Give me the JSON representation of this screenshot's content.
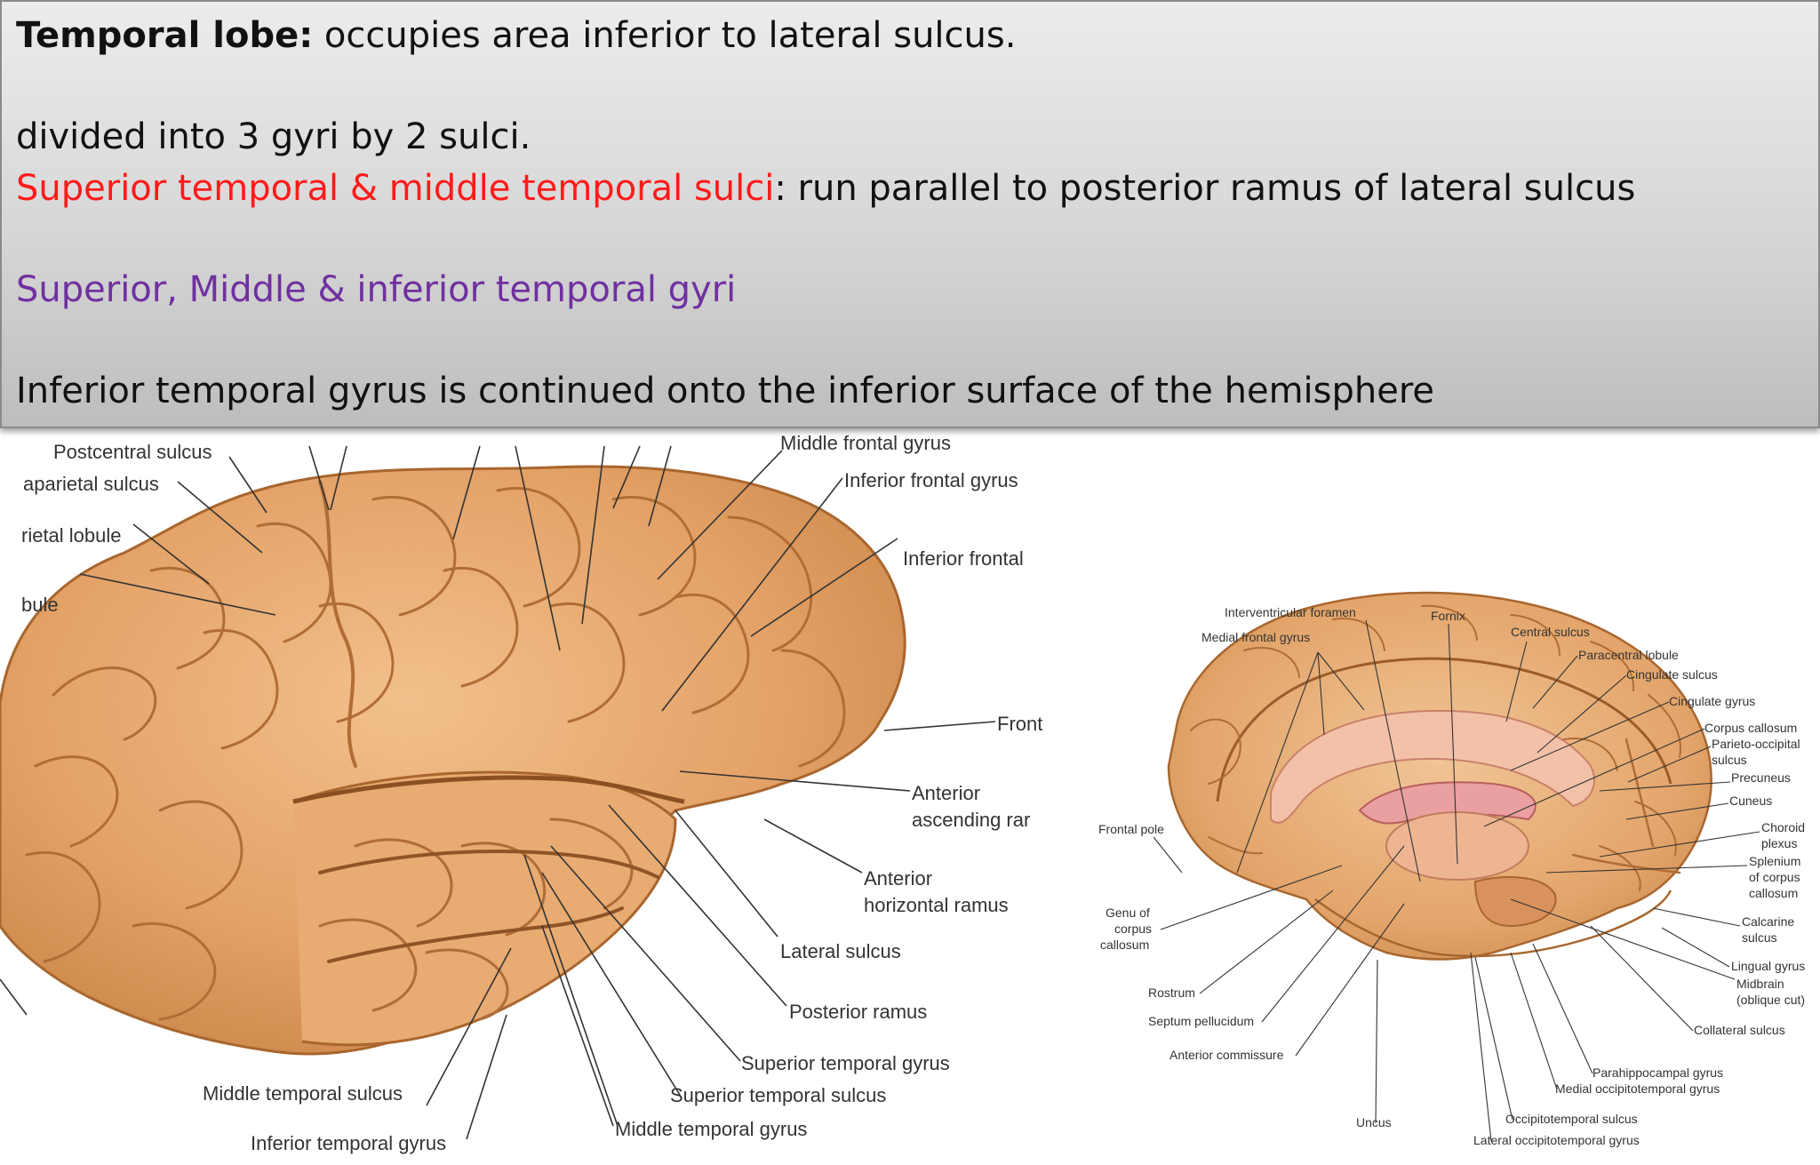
{
  "banner": {
    "line1_bold": "Temporal lobe:",
    "line1_rest": " occupies area inferior to lateral sulcus.",
    "line2": "divided into 3 gyri by 2 sulci.",
    "line3_red": "Superior temporal  & middle temporal sulci",
    "line3_rest": ": run parallel to  posterior ramus of  lateral sulcus",
    "line4_purple": "Superior, Middle & inferior temporal gyri",
    "line5": "Inferior temporal gyrus is continued onto the inferior surface of the hemisphere",
    "colors": {
      "red": "#ff1a1a",
      "purple": "#7030a0"
    }
  },
  "lateral_figure": {
    "labels": {
      "middle_frontal_gyrus": "Middle frontal gyrus",
      "postcentral_sulcus": "Postcentral sulcus",
      "intraparietal_sulcus": "aparietal sulcus",
      "parietal_lobule": "rietal lobule",
      "lobule": "bule",
      "inferior_frontal_gyrus": "Inferior frontal gyrus",
      "inferior_frontal": "Inferior frontal",
      "frontal": "Front",
      "anterior_ascending_1": "Anterior",
      "anterior_ascending_2": "ascending rar",
      "anterior_horizontal_1": "Anterior",
      "anterior_horizontal_2": "horizontal ramus",
      "lateral_sulcus": "Lateral sulcus",
      "posterior_ramus": "Posterior ramus",
      "superior_temporal_gyrus": "Superior temporal gyrus",
      "superior_temporal_sulcus": "Superior temporal sulcus",
      "middle_temporal_gyrus": "Middle temporal gyrus",
      "middle_temporal_sulcus": "Middle temporal sulcus",
      "inferior_temporal_gyrus": "Inferior temporal gyrus"
    }
  },
  "medial_figure": {
    "labels": {
      "interventricular_foramen": "Interventricular foramen",
      "medial_frontal_gyrus": "Medial frontal gyrus",
      "fornix": "Fornix",
      "central_sulcus": "Central sulcus",
      "paracentral_lobule": "Paracentral lobule",
      "cingulate_sulcus": "Cingulate sulcus",
      "cingulate_gyrus": "Cingulate gyrus",
      "corpus_callosum": "Corpus callosum",
      "parieto_occipital_1": "Parieto-occipital",
      "parieto_occipital_2": "sulcus",
      "precuneus": "Precuneus",
      "cuneus": "Cuneus",
      "choroid_1": "Choroid",
      "choroid_2": "plexus",
      "splenium_1": "Splenium",
      "splenium_2": "of corpus",
      "splenium_3": "callosum",
      "calcarine_1": "Calcarine",
      "calcarine_2": "sulcus",
      "lingual_gyrus": "Lingual gyrus",
      "midbrain_1": "Midbrain",
      "midbrain_2": "(oblique cut)",
      "collateral_sulcus": "Collateral sulcus",
      "parahippocampal_gyrus": "Parahippocampal gyrus",
      "medial_occipitotemporal_gyrus": "Medial occipitotemporal gyrus",
      "occipitotemporal_sulcus": "Occipitotemporal sulcus",
      "lateral_occipitotemporal_gyrus": "Lateral occipitotemporal gyrus",
      "uncus": "Uncus",
      "frontal_pole": "Frontal pole",
      "genu_1": "Genu of",
      "genu_2": "corpus",
      "genu_3": "callosum",
      "rostrum": "Rostrum",
      "septum_pellucidum": "Septum pellucidum",
      "anterior_commissure": "Anterior commissure"
    },
    "colors": {
      "brain": "#e6a66b",
      "callosum": "#f3c1a8",
      "ventricle": "#eaa0a0"
    }
  }
}
